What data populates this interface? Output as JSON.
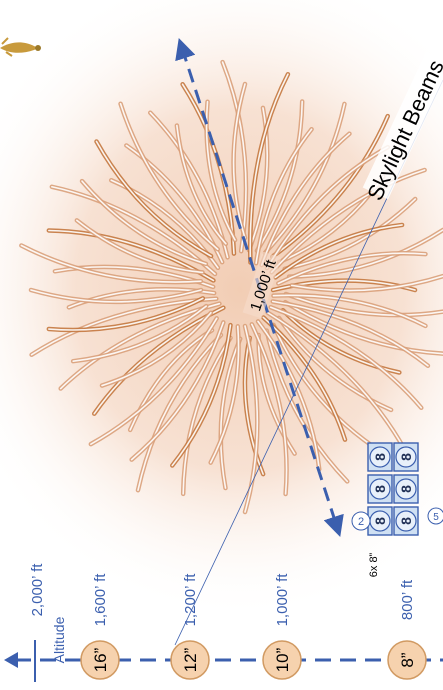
{
  "diagram": {
    "altitude_label": "Altitude",
    "altitude_markers": [
      {
        "shell": "16”",
        "altitude": "1,600’ ft"
      },
      {
        "shell": "12”",
        "altitude": "1,200’ ft"
      },
      {
        "shell": "10”",
        "altitude": "1,000’ ft"
      },
      {
        "shell": "8”",
        "altitude": "800’ ft"
      }
    ],
    "top_altitude": "2,000’ ft",
    "burst_span": "1,000’ ft",
    "skylight_label": "Skylight Beams",
    "rack": {
      "count_label": "6x 8”",
      "shell_label": "8",
      "circle_a": "2",
      "circle_b": "5"
    }
  },
  "colors": {
    "axis_blue": "#3b5fae",
    "burst_brown": "#d9a07a",
    "burst_dark": "#c4783f",
    "glow": "#f5dccb",
    "marker_fill": "#f6d2ae",
    "marker_stroke": "#d19a62"
  }
}
